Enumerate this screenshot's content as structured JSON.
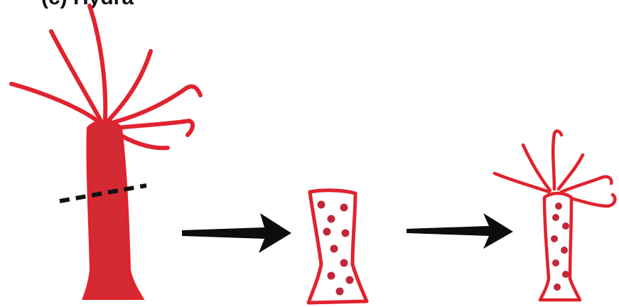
{
  "figure": {
    "panel_label": "(c) Hydra"
  },
  "colors": {
    "hydra_red": "#e0232e",
    "hydra_fill": "#d42a33",
    "spot_red": "#c2273a",
    "cut_line": "#111111",
    "arrow": "#0d0d0d",
    "background": "#ffffff"
  },
  "stages": [
    {
      "id": "intact-hydra",
      "icon": "hydra-full-body"
    },
    {
      "id": "body-fragment",
      "icon": "body-column-fragment"
    },
    {
      "id": "regenerated-hydra",
      "icon": "hydra-regenerated"
    }
  ]
}
